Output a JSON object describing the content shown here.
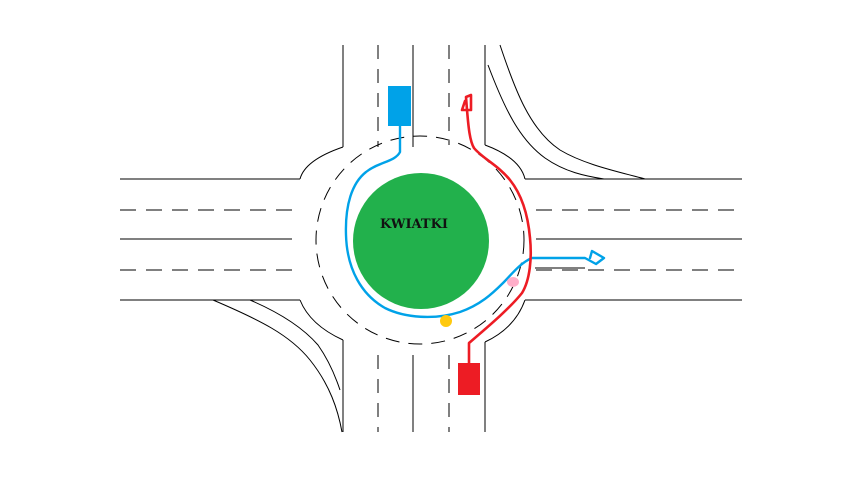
{
  "diagram": {
    "island_label": "KWIATKI",
    "colors": {
      "background": "#ffffff",
      "road_line": "#000000",
      "island_fill": "#22b14c",
      "blue_vehicle": "#00a2e8",
      "red_vehicle": "#ed1c24",
      "yellow_marker": "#ffc90e",
      "pink_marker": "#ffaec9"
    },
    "elements": {
      "blue_vehicle": "blue-car",
      "red_vehicle": "red-car",
      "blue_route": "blue-path-through-roundabout-to-east-exit",
      "red_route": "red-path-through-roundabout-to-north-exit",
      "yellow_marker": "yellow-dot",
      "pink_marker": "pink-dot"
    }
  }
}
